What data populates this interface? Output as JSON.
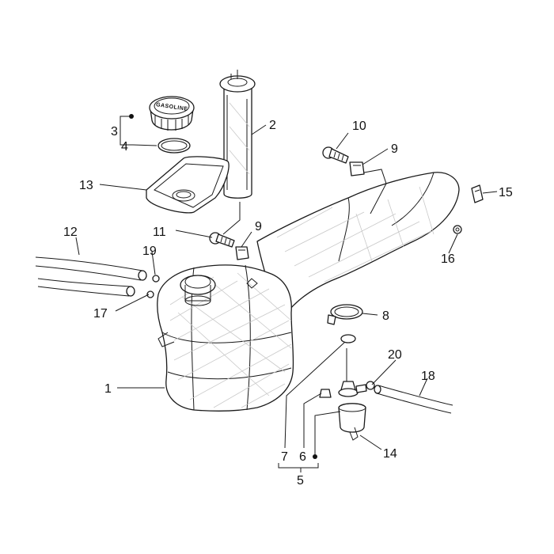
{
  "cap_label": "GASOLINE",
  "callouts": {
    "c1": "1",
    "c2": "2",
    "c3": "3",
    "c4": "4",
    "c5": "5",
    "c6": "6",
    "c7": "7",
    "c8": "8",
    "c9a": "9",
    "c9b": "9",
    "c10": "10",
    "c11": "11",
    "c12": "12",
    "c13": "13",
    "c14": "14",
    "c15": "15",
    "c16": "16",
    "c17": "17",
    "c18": "18",
    "c19": "19",
    "c20": "20"
  },
  "colors": {
    "line": "#1a1a1a",
    "shade": "#c9c9c9",
    "background": "#ffffff"
  }
}
